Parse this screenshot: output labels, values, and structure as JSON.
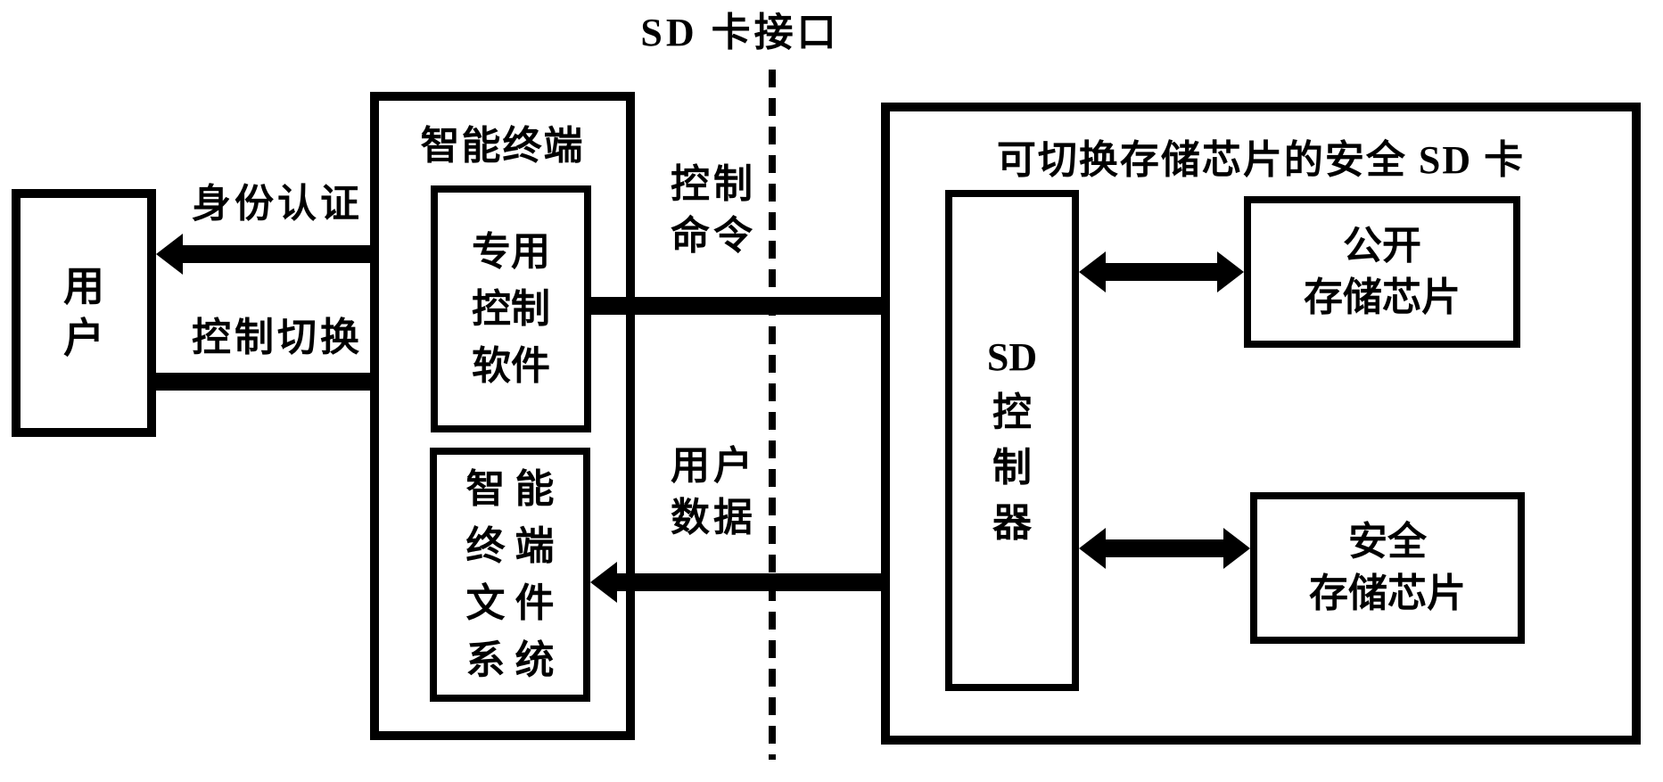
{
  "meta": {
    "background": "#ffffff",
    "ink": "#000000"
  },
  "interface_label": "SD 卡接口",
  "user_box": {
    "lines": [
      "用",
      "户"
    ]
  },
  "terminal": {
    "title": "智能终端",
    "control_software": {
      "lines": [
        "专用",
        "控制",
        "软件"
      ]
    },
    "file_system": {
      "lines": [
        "智 能",
        "终 端",
        "文 件",
        "系 统"
      ]
    }
  },
  "sd_card": {
    "title": "可切换存储芯片的安全 SD 卡",
    "controller": {
      "lines": [
        "SD",
        "控",
        "制",
        "器"
      ]
    },
    "public_chip": {
      "lines": [
        "公开",
        "存储芯片"
      ]
    },
    "secure_chip": {
      "lines": [
        "安全",
        "存储芯片"
      ]
    }
  },
  "arrows": {
    "auth": {
      "label": "身份认证",
      "direction": "bidirectional"
    },
    "switch": {
      "label": "控制切换",
      "direction": "right"
    },
    "command": {
      "label_line1": "控制",
      "label_line2": "命令",
      "direction": "right"
    },
    "data": {
      "label_line1": "用户",
      "label_line2": "数据",
      "direction": "bidirectional"
    },
    "public_chip_link": {
      "direction": "bidirectional"
    },
    "secure_chip_link": {
      "direction": "bidirectional"
    }
  }
}
